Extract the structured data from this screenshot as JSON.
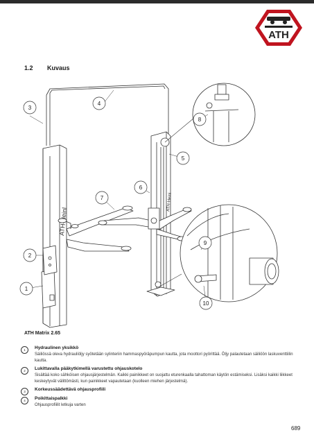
{
  "header": {
    "logo_text": "ATH",
    "accent_color": "#c0141f"
  },
  "section": {
    "number": "1.2",
    "title": "Kuvaus"
  },
  "figure": {
    "caption": "ATH Matrix 2.65",
    "brand_text": "ATH-Heinl",
    "callouts": [
      "1",
      "2",
      "3",
      "4",
      "5",
      "6",
      "7",
      "8",
      "9",
      "10"
    ]
  },
  "legend": [
    {
      "num": "1",
      "title": "Hydraulinen yksikkö",
      "desc": "Säiliössä oleva hydrauliöljy syötetään sylinteriin hammaspyöräpumpun kautta, jota moottori pyörittää. Öljy palautetaan säiliöön laskuventtiilin kautta."
    },
    {
      "num": "2",
      "title": "Lukittavalla pääkytkimellä varustettu ohjauskotelo",
      "desc": "Sisältää koko sähköisen ohjausjärjestelmän. Kaikki painikkeet on suojattu eturenkaalla tahattoman käytön estämiseksi. Lisäksi kaikki liikkeet keskeytyvät välittömästi, kun painikkeet vapautetaan (kuolleen miehen järjestelmä)."
    },
    {
      "num": "3",
      "title": "Korkeussäädettävä ohjausprofiili",
      "desc": ""
    },
    {
      "num": "4",
      "title": "Poikittaispalkki",
      "desc": "Ohjausprofiilit letkuja varten"
    }
  ],
  "page_number": "689"
}
